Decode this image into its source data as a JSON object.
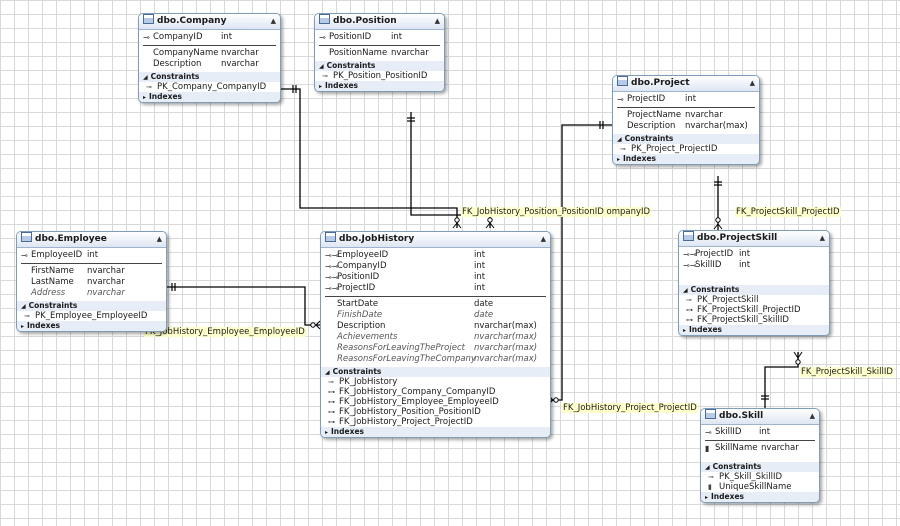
{
  "tables": {
    "company": {
      "title": "dbo.Company",
      "columns": [
        {
          "name": "CompanyID",
          "type": "int"
        },
        {
          "name": "CompanyName",
          "type": "nvarchar"
        },
        {
          "name": "Description",
          "type": "nvarchar"
        }
      ],
      "constraints_label": "Constraints",
      "constraints": [
        "PK_Company_CompanyID"
      ],
      "indexes_label": "Indexes"
    },
    "position": {
      "title": "dbo.Position",
      "columns": [
        {
          "name": "PositionID",
          "type": "int"
        },
        {
          "name": "PositionName",
          "type": "nvarchar"
        }
      ],
      "constraints_label": "Constraints",
      "constraints": [
        "PK_Position_PositionID"
      ],
      "indexes_label": "Indexes"
    },
    "project": {
      "title": "dbo.Project",
      "columns": [
        {
          "name": "ProjectID",
          "type": "int"
        },
        {
          "name": "ProjectName",
          "type": "nvarchar"
        },
        {
          "name": "Description",
          "type": "nvarchar(max)"
        }
      ],
      "constraints_label": "Constraints",
      "constraints": [
        "PK_Project_ProjectID"
      ],
      "indexes_label": "Indexes"
    },
    "employee": {
      "title": "dbo.Employee",
      "columns": [
        {
          "name": "EmployeeID",
          "type": "int"
        },
        {
          "name": "FirstName",
          "type": "nvarchar"
        },
        {
          "name": "LastName",
          "type": "nvarchar"
        },
        {
          "name": "Address",
          "type": "nvarchar"
        }
      ],
      "constraints_label": "Constraints",
      "constraints": [
        "PK_Employee_EmployeeID"
      ],
      "indexes_label": "Indexes"
    },
    "jobhistory": {
      "title": "dbo.JobHistory",
      "columns": [
        {
          "name": "EmployeeID",
          "type": "int"
        },
        {
          "name": "CompanyID",
          "type": "int"
        },
        {
          "name": "PositionID",
          "type": "int"
        },
        {
          "name": "ProjectID",
          "type": "int"
        },
        {
          "name": "StartDate",
          "type": "date"
        },
        {
          "name": "FinishDate",
          "type": "date"
        },
        {
          "name": "Description",
          "type": "nvarchar(max)"
        },
        {
          "name": "Achievements",
          "type": "nvarchar(max)"
        },
        {
          "name": "ReasonsForLeavingTheProject",
          "type": "nvarchar(max)"
        },
        {
          "name": "ReasonsForLeavingTheCompany",
          "type": "nvarchar(max)"
        }
      ],
      "constraints_label": "Constraints",
      "constraints": [
        "PK_JobHistory",
        "FK_JobHistory_Company_CompanyID",
        "FK_JobHistory_Employee_EmployeeID",
        "FK_JobHistory_Position_PositionID",
        "FK_JobHistory_Project_ProjectID"
      ],
      "indexes_label": "Indexes"
    },
    "projectskill": {
      "title": "dbo.ProjectSkill",
      "columns": [
        {
          "name": "ProjectID",
          "type": "int"
        },
        {
          "name": "SkillID",
          "type": "int"
        }
      ],
      "constraints_label": "Constraints",
      "constraints": [
        "PK_ProjectSkill",
        "FK_ProjectSkill_ProjectID",
        "FK_ProjectSkill_SkillID"
      ],
      "indexes_label": "Indexes"
    },
    "skill": {
      "title": "dbo.Skill",
      "columns": [
        {
          "name": "SkillID",
          "type": "int"
        },
        {
          "name": "SkillName",
          "type": "nvarchar"
        }
      ],
      "constraints_label": "Constraints",
      "constraints": [
        "PK_Skill_SkillID",
        "UniqueSkillName"
      ],
      "indexes_label": "Indexes"
    }
  },
  "relationships": {
    "position_company": "FK_JobHistory_Position_PositionID ompanyID",
    "employee": "FK_JobHistory_Employee_EmployeeID",
    "project": "FK_JobHistory_Project_ProjectID",
    "projectskill_project": "FK_ProjectSkill_ProjectID",
    "projectskill_skill": "FK_ProjectSkill_SkillID"
  },
  "colors": {
    "header_gradient_top": "#ffffff",
    "header_gradient_bottom": "#dde6f3",
    "border": "#7f9db9",
    "label_background": "#ffffcc",
    "line": "#000000"
  }
}
